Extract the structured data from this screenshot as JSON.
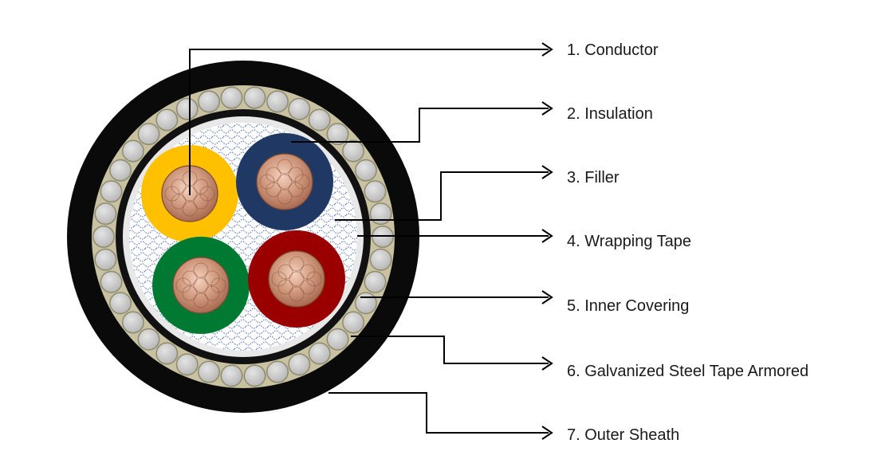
{
  "labels": [
    {
      "text": "1. Conductor"
    },
    {
      "text": "2. Insulation"
    },
    {
      "text": "3. Filler"
    },
    {
      "text": "4. Wrapping Tape"
    },
    {
      "text": "5. Inner Covering"
    },
    {
      "text": "6. Galvanized Steel Tape Armored"
    },
    {
      "text": "7. Outer Sheath"
    }
  ],
  "colors": {
    "outer_sheath": "#0a0a0a",
    "armor_gap": "#c9c2a2",
    "armor_wire": "#c8c8c8",
    "armor_wire_rim": "#8e8b6c",
    "inner_covering": "#111111",
    "wrapping_tape": "#e8e8e8",
    "filler_background": "#ffffff",
    "filler_pattern": "#5b7bbf",
    "core_yellow": "#ffc000",
    "core_blue": "#1f3864",
    "core_green": "#007a33",
    "core_red": "#9b0000",
    "copper": "#d19a7e",
    "copper_dark": "#7a4a33",
    "leader_line": "#000000"
  }
}
